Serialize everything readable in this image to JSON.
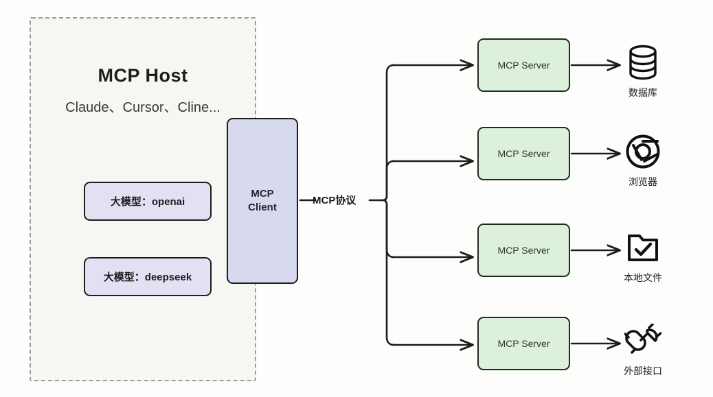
{
  "diagram": {
    "host": {
      "title": "MCP Host",
      "subtitle": "Claude、Cursor、Cline...",
      "models": [
        {
          "label": "大模型：openai",
          "name": "model-openai"
        },
        {
          "label": "大模型：deepseek",
          "name": "model-deepseek"
        }
      ],
      "client": {
        "line1": "MCP",
        "line2": "Client"
      }
    },
    "protocol_label": "MCP协议",
    "servers": [
      {
        "label": "MCP Server"
      },
      {
        "label": "MCP Server"
      },
      {
        "label": "MCP Server"
      },
      {
        "label": "MCP Server"
      }
    ],
    "endpoints": [
      {
        "label": "数据库",
        "icon": "database-icon"
      },
      {
        "label": "浏览器",
        "icon": "browser-icon"
      },
      {
        "label": "本地文件",
        "icon": "folder-check-icon"
      },
      {
        "label": "外部接口",
        "icon": "plug-connector-icon"
      }
    ]
  },
  "colors": {
    "background": "#fdfdfb",
    "host_panel_fill": "#f6f7f2",
    "host_panel_border": "#9a9a9a",
    "model_box_fill": "#e4e0f3",
    "client_fill": "#d7d9ee",
    "server_fill": "#dcf0dc",
    "stroke": "#1d1d1d"
  }
}
